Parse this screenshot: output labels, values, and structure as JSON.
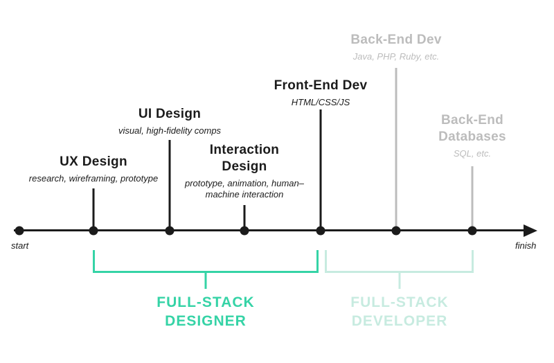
{
  "diagram": {
    "axis": {
      "start_label": "start",
      "finish_label": "finish"
    },
    "milestones": [
      {
        "title": "UX Design",
        "subtitle": "research, wireframing, prototype",
        "emphasis": "active"
      },
      {
        "title": "UI Design",
        "subtitle": "visual, high-fidelity comps",
        "emphasis": "active"
      },
      {
        "title": "Interaction Design",
        "subtitle": "prototype, animation, human–machine interaction",
        "emphasis": "active"
      },
      {
        "title": "Front-End Dev",
        "subtitle": "HTML/CSS/JS",
        "emphasis": "active"
      },
      {
        "title": "Back-End Dev",
        "subtitle": "Java, PHP, Ruby, etc.",
        "emphasis": "muted"
      },
      {
        "title": "Back-End Databases",
        "subtitle": "SQL, etc.",
        "emphasis": "muted"
      }
    ],
    "brackets": [
      {
        "label": "FULL-STACK DESIGNER"
      },
      {
        "label": "FULL-STACK DEVELOPER"
      }
    ],
    "colors": {
      "ink": "#1b1b1b",
      "muted": "#bcbcbc",
      "designer": "#35d3a6",
      "developer": "#c7ebe0"
    }
  }
}
